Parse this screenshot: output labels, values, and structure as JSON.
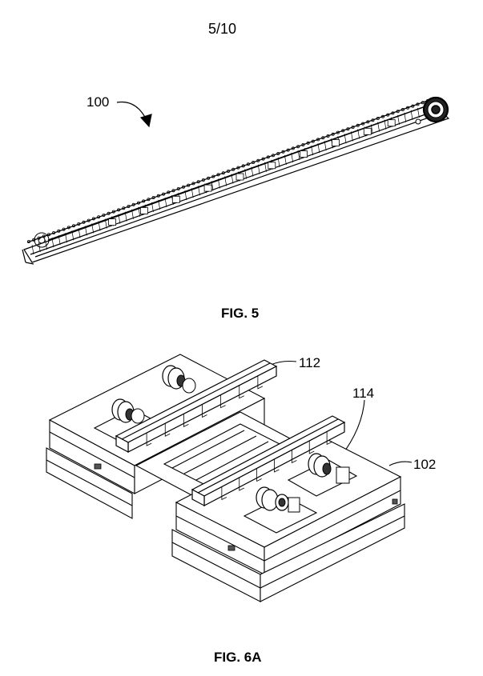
{
  "header": {
    "page_number": "5/10"
  },
  "figure5": {
    "caption": "FIG. 5",
    "reference_numerals": {
      "conveyor": "100"
    }
  },
  "figure6a": {
    "caption": "FIG. 6A",
    "reference_numerals": {
      "rail": "112",
      "roller": "114",
      "frame": "102"
    }
  }
}
